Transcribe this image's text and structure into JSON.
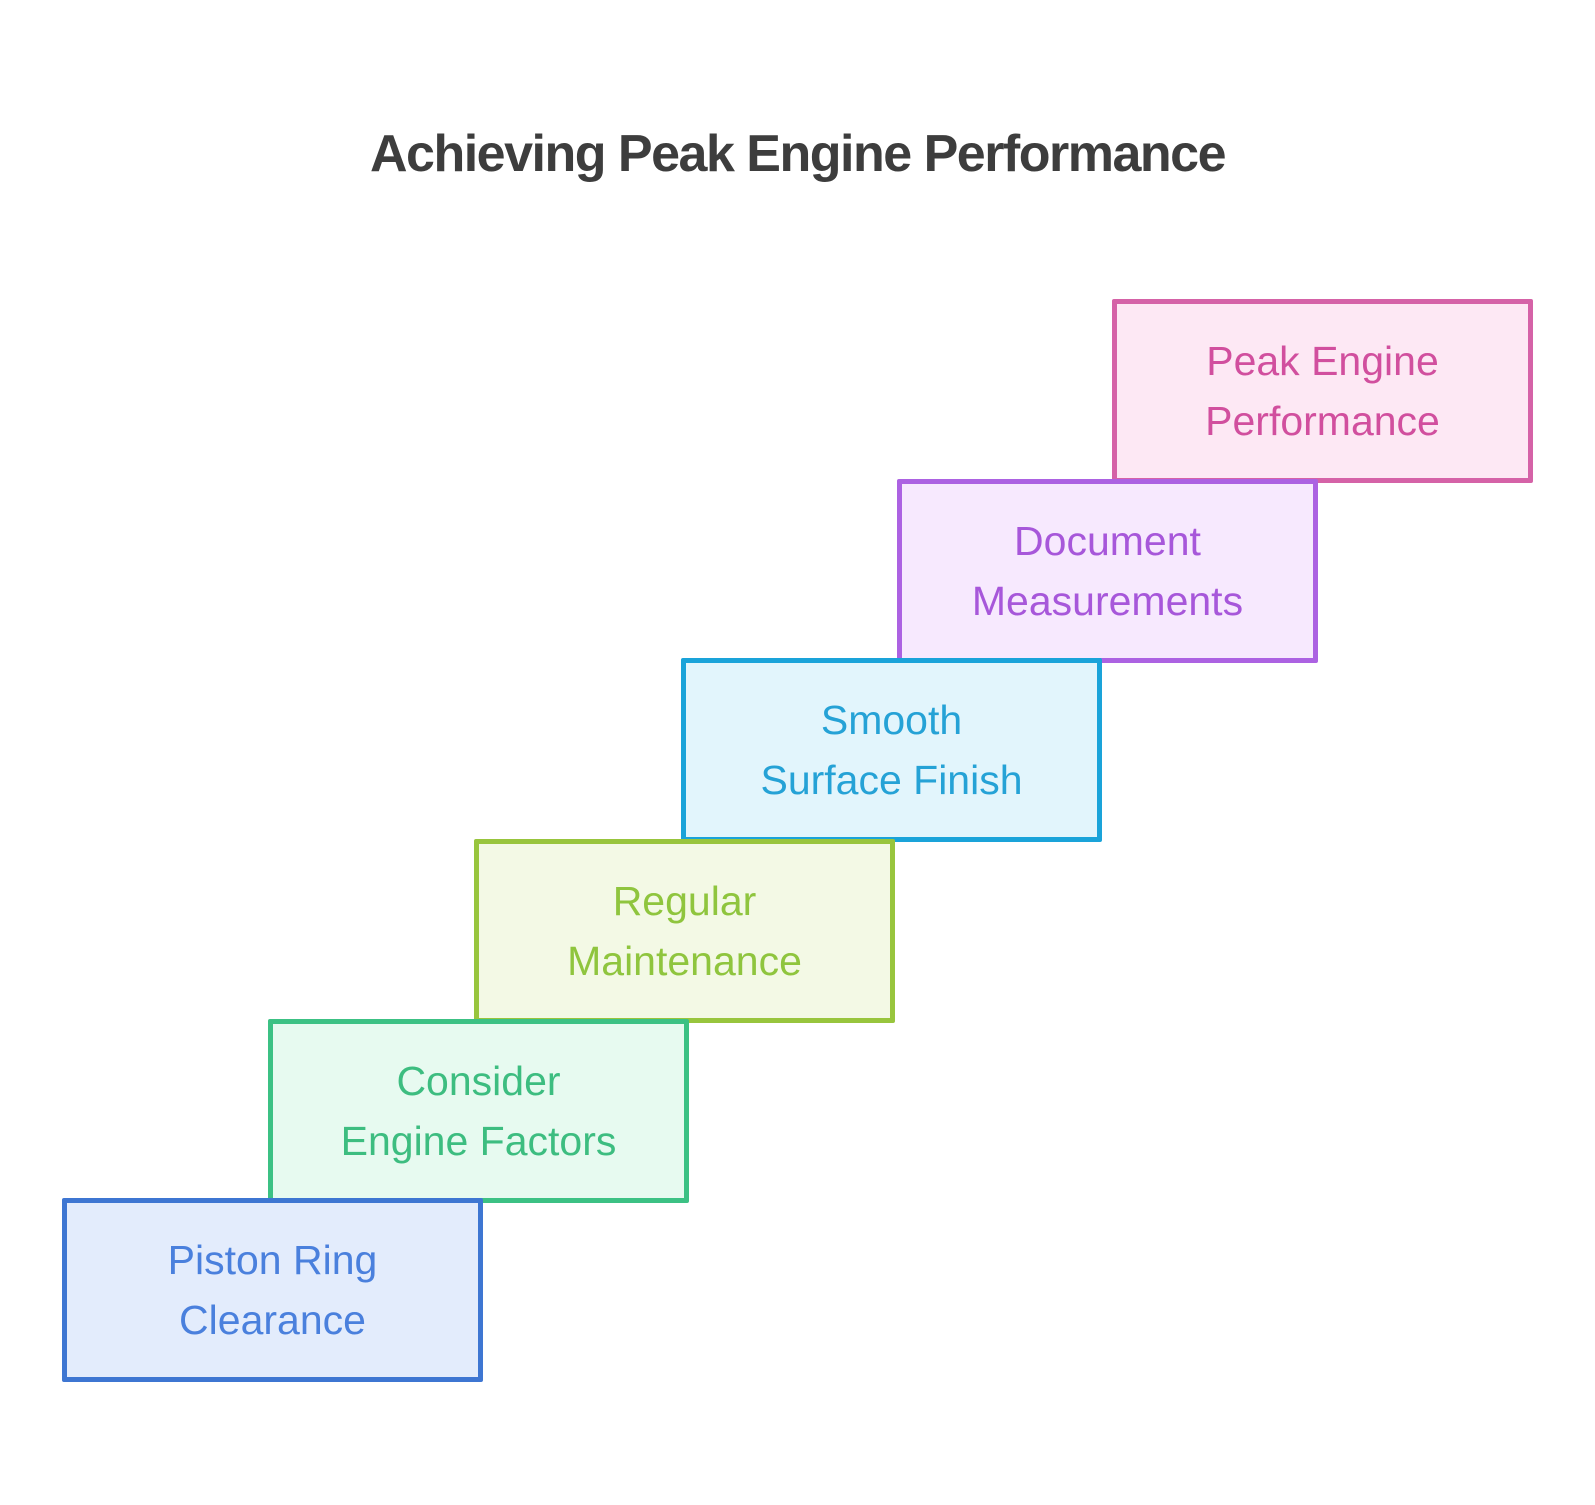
{
  "title": "Achieving Peak Engine Performance",
  "title_color": "#3d3d3d",
  "background_color": "#ffffff",
  "diagram": {
    "type": "staircase-step-diagram",
    "description": "Six ascending stair-step boxes from bottom-left to top-right",
    "steps": [
      {
        "label": "Piston Ring Clearance",
        "line1": "Piston Ring",
        "line2": "Clearance",
        "border_color": "#3e76d2",
        "fill_color": "#e3ecfc",
        "text_color": "#4a80dd"
      },
      {
        "label": "Consider Engine Factors",
        "line1": "Consider",
        "line2": "Engine Factors",
        "border_color": "#3cc184",
        "fill_color": "#e7faf0",
        "text_color": "#3dbd80"
      },
      {
        "label": "Regular Maintenance",
        "line1": "Regular",
        "line2": "Maintenance",
        "border_color": "#98c53d",
        "fill_color": "#f3f9e5",
        "text_color": "#8fc53e"
      },
      {
        "label": "Smooth Surface Finish",
        "line1": "Smooth",
        "line2": "Surface Finish",
        "border_color": "#1aa3d9",
        "fill_color": "#e2f5fc",
        "text_color": "#25a2d6"
      },
      {
        "label": "Document Measurements",
        "line1": "Document",
        "line2": "Measurements",
        "border_color": "#ac62e2",
        "fill_color": "#f7e9fe",
        "text_color": "#a757da"
      },
      {
        "label": "Peak Engine Performance",
        "line1": "Peak Engine",
        "line2": "Performance",
        "border_color": "#d562a7",
        "fill_color": "#fde8f4",
        "text_color": "#d14f9e"
      }
    ]
  }
}
